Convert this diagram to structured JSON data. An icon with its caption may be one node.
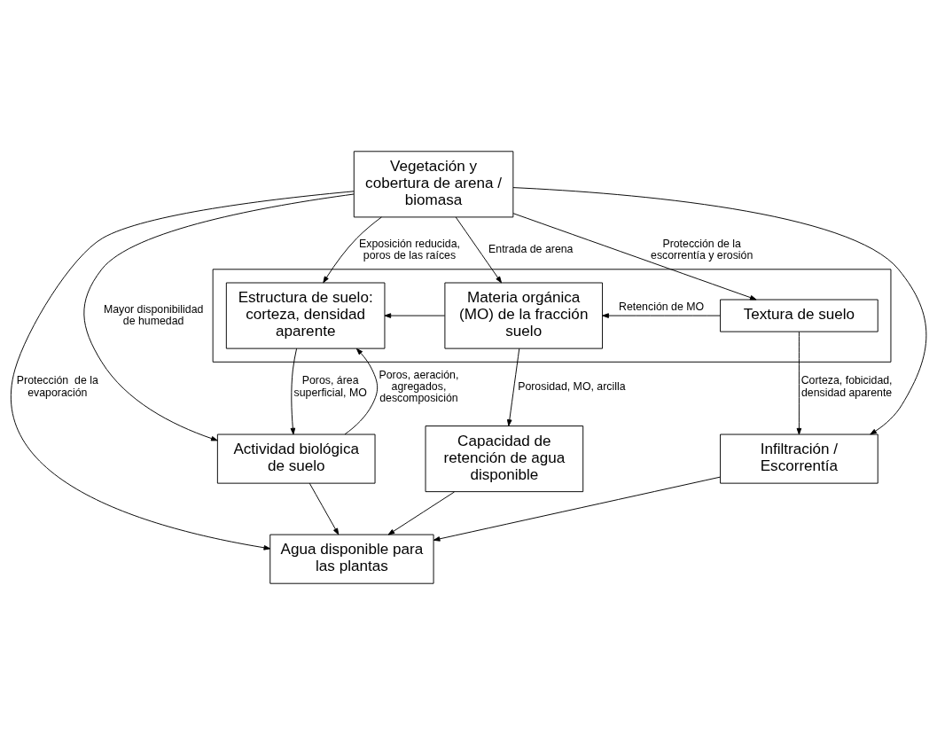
{
  "diagram": {
    "nodes": [
      {
        "text": [
          "Vegetación y cobertura de arena / biomasa"
        ]
      },
      {
        "text": [],
        "shape": "box"
      },
      {
        "text": [
          "Estructura de suelo: corteza, densidad aparente"
        ],
        "in": 1
      },
      {
        "text": [
          "Materia orgánica (MO) de la fracción suelo"
        ],
        "in": 1
      },
      {
        "text": [
          "Textura de suelo"
        ],
        "in": 1
      },
      {
        "text": [
          "Actividad biológica de suelo"
        ]
      },
      {
        "text": [
          "Capacidad de retención de agua disponible"
        ]
      },
      {
        "text": [
          "Infiltración / Escorrentía"
        ]
      },
      {
        "text": [
          "Agua disponible para las plantas"
        ]
      }
    ],
    "edges": [
      {
        "from": 0,
        "to": 2,
        "arrow": "to",
        "label": "Exposición reducida, poros de las raíces"
      },
      {
        "from": 0,
        "to": 3,
        "arrow": "to",
        "label": "Entrada de arena"
      },
      {
        "from": 0,
        "to": 4,
        "arrow": "to",
        "label": "Protección de la escorrentía y erosión"
      },
      {
        "from": 4,
        "to": 3,
        "arrow": "to",
        "label": "Retención de MO"
      },
      {
        "from": 3,
        "to": 2,
        "arrow": "to"
      },
      {
        "from": 2,
        "to": 5,
        "arrow": "to",
        "label": "Poros, área superficial, MO"
      },
      {
        "from": 5,
        "to": 2,
        "arrow": "to",
        "label": "Poros, aeración, agregados, descomposición"
      },
      {
        "from": 3,
        "to": 6,
        "arrow": "to",
        "label": "Porosidad, MO, arcilla"
      },
      {
        "from": 4,
        "to": 7,
        "arrow": "to",
        "label": "Corteza, fobicidad, densidad aparente"
      },
      {
        "from": 5,
        "to": 8,
        "arrow": "to"
      },
      {
        "from": 6,
        "to": 8,
        "arrow": "to"
      },
      {
        "from": 7,
        "to": 8,
        "arrow": "to"
      },
      {
        "from": 0,
        "to": 5,
        "arrow": "to",
        "label": "Mayor disponibilidad de humedad"
      },
      {
        "from": 0,
        "to": 8,
        "arrow": "to",
        "label": "Protección  de la evaporación"
      },
      {
        "from": 0,
        "to": 7,
        "arrow": "to"
      }
    ]
  }
}
